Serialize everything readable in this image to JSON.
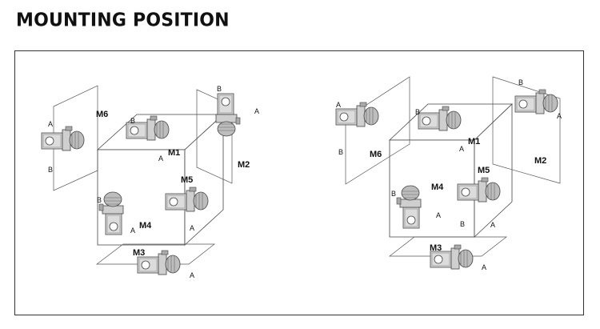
{
  "page": {
    "title": "MOUNTING POSITION"
  },
  "diagrams": [
    {
      "id": "left",
      "positions": [
        {
          "code": "M1",
          "a": "A",
          "b": "B"
        },
        {
          "code": "M2",
          "a": "A",
          "b": "B"
        },
        {
          "code": "M3",
          "a": "A",
          "b": ""
        },
        {
          "code": "M4",
          "a": "A",
          "b": "B"
        },
        {
          "code": "M5",
          "a": "A",
          "b": ""
        },
        {
          "code": "M6",
          "a": "A",
          "b": "B"
        }
      ]
    },
    {
      "id": "right",
      "positions": [
        {
          "code": "M1",
          "a": "A",
          "b": "B"
        },
        {
          "code": "M2",
          "a": "A",
          "b": "B"
        },
        {
          "code": "M3",
          "a": "A",
          "b": ""
        },
        {
          "code": "M4",
          "a": "A",
          "b": "B"
        },
        {
          "code": "M5",
          "a": "A",
          "b": "B"
        },
        {
          "code": "M6",
          "a": "A",
          "b": "B"
        }
      ]
    }
  ],
  "colors": {
    "line": "#444444",
    "motor_fill": "#d9d9d9",
    "motor_dark": "#9a9a9a",
    "panel_fill": "#ffffff",
    "title": "#111111"
  },
  "icons": [
    "gear-motor-unit"
  ]
}
